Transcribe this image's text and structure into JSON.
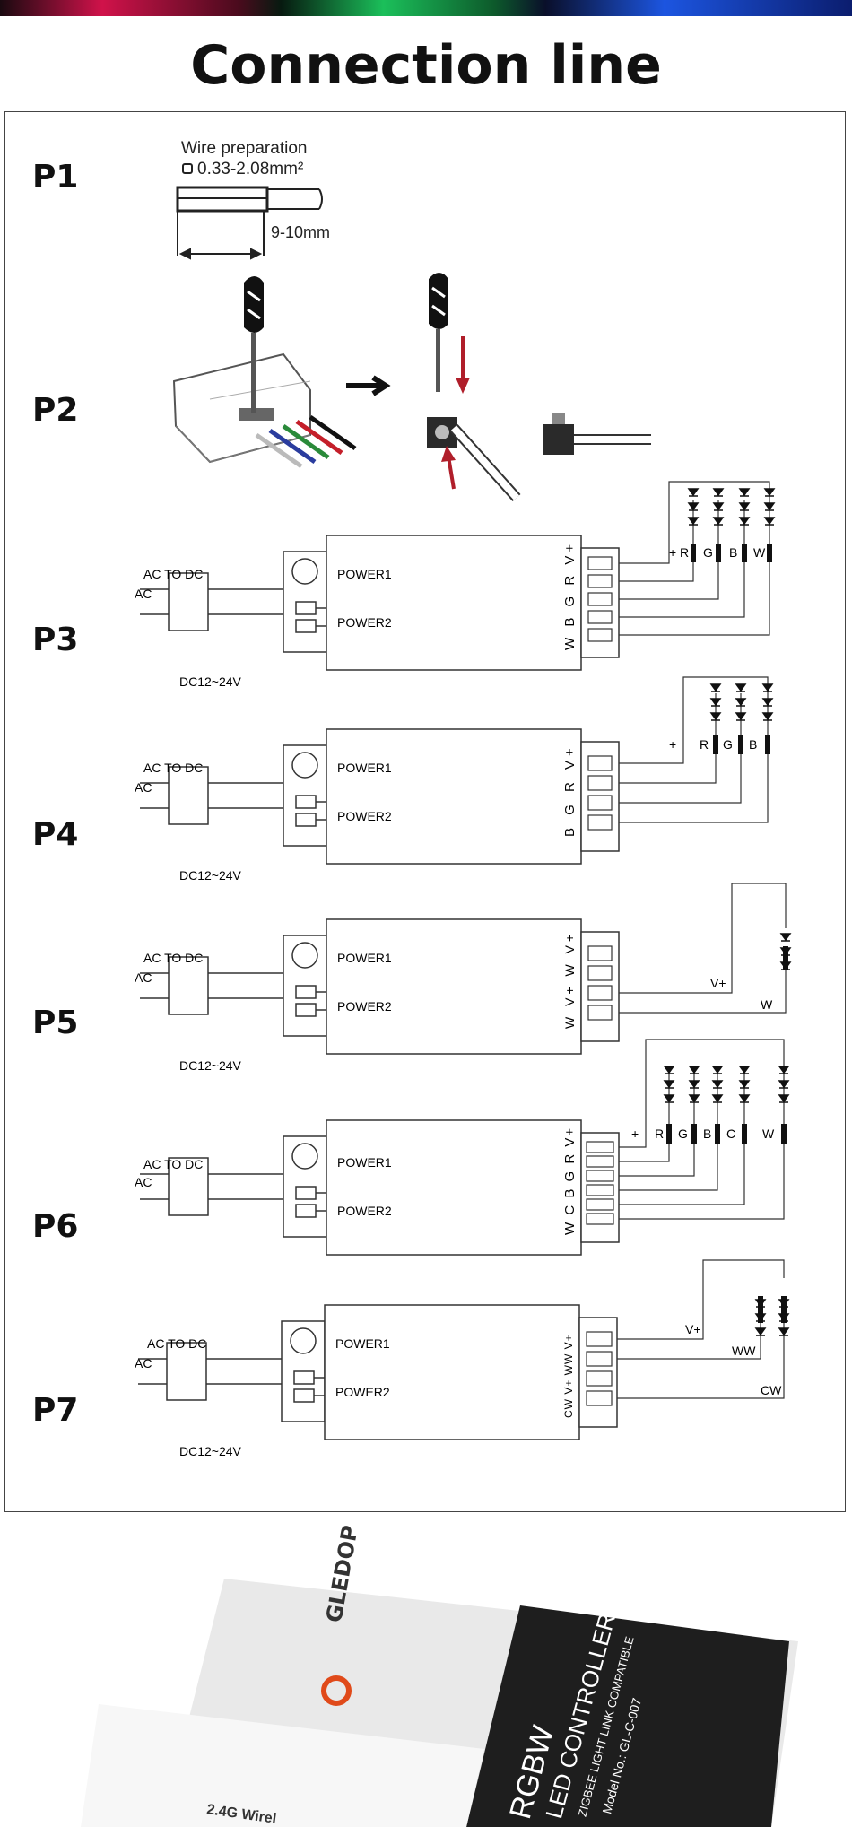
{
  "title": "Connection line",
  "steps": [
    "P1",
    "P2",
    "P3",
    "P4",
    "P5",
    "P6",
    "P7"
  ],
  "wire_prep": {
    "title": "Wire preparation",
    "gauge": "0.33-2.08mm²",
    "strip": "9-10mm"
  },
  "controller": {
    "power1": "POWER1",
    "power2": "POWER2",
    "ac_to_dc": "AC TO DC",
    "ac": "AC",
    "dc": "DC12~24V"
  },
  "p3": {
    "pins": "W B G R V+",
    "strip": [
      "+",
      "R",
      "G",
      "B",
      "W"
    ]
  },
  "p4": {
    "pins": "B G R V+",
    "strip": [
      "+",
      "R",
      "G",
      "B"
    ]
  },
  "p5": {
    "pins": "W V+ W V+",
    "strip": [
      "V+",
      "W"
    ]
  },
  "p6": {
    "pins": "W C B G R V+",
    "strip": [
      "+",
      "R",
      "G",
      "B",
      "C",
      "W"
    ]
  },
  "p7": {
    "pins": "CW V+ WW V+",
    "strip": [
      "V+",
      "WW",
      "CW"
    ]
  },
  "box": {
    "brand": "GLEDOPTO",
    "line1": "RGBW",
    "line2": "LED CONTROLLER",
    "line3": "ZIGBEE LIGHT LINK COMPATIBLE",
    "model": "Model No.: GL-C-007",
    "side": "2.4G Wirel"
  },
  "colors": {
    "line": "#333333",
    "arrow_red": "#b01e2a",
    "box_dark": "#1e1e1e",
    "logo_red": "#e04a1a"
  }
}
